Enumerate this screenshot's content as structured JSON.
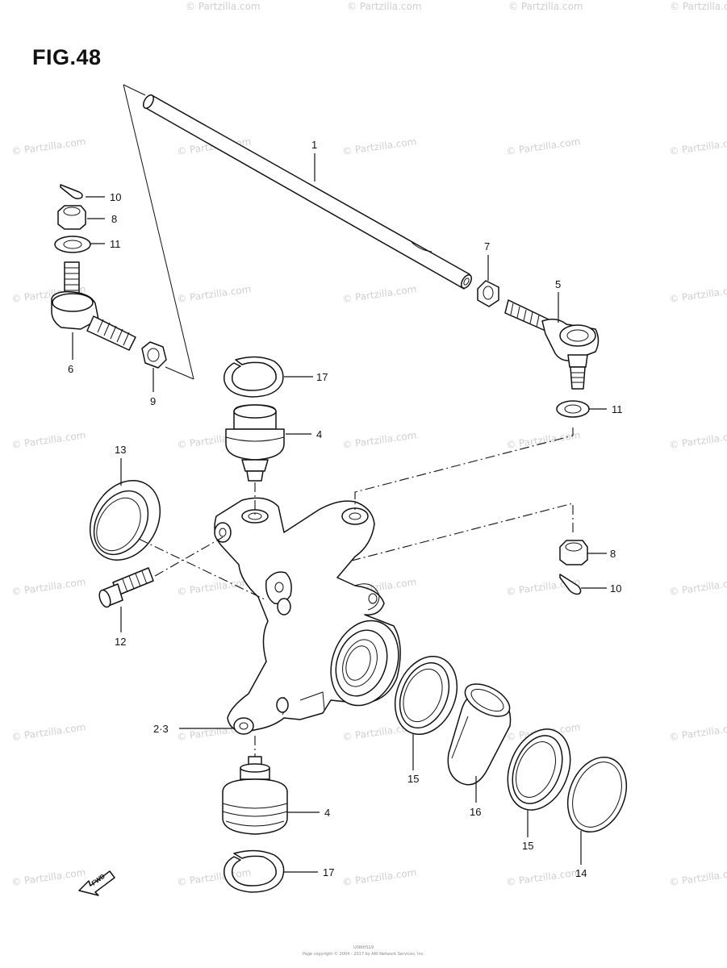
{
  "figure": {
    "title": "FIG.48"
  },
  "watermark": "© Partzilla.com",
  "callouts": {
    "c1": "1",
    "c2_3": "2·3",
    "c4a": "4",
    "c4b": "4",
    "c5": "5",
    "c6": "6",
    "c7": "7",
    "c8a": "8",
    "c8b": "8",
    "c9": "9",
    "c10a": "10",
    "c10b": "10",
    "c11a": "11",
    "c11b": "11",
    "c12": "12",
    "c13": "13",
    "c14": "14",
    "c15a": "15",
    "c15b": "15",
    "c16": "16",
    "c17a": "17",
    "c17b": "17"
  },
  "fwd_label": "FWD",
  "footer": {
    "code": "U0IRHS19",
    "copyright": "Page copyright © 2004 - 2017 by ARI Network Services, Inc."
  }
}
